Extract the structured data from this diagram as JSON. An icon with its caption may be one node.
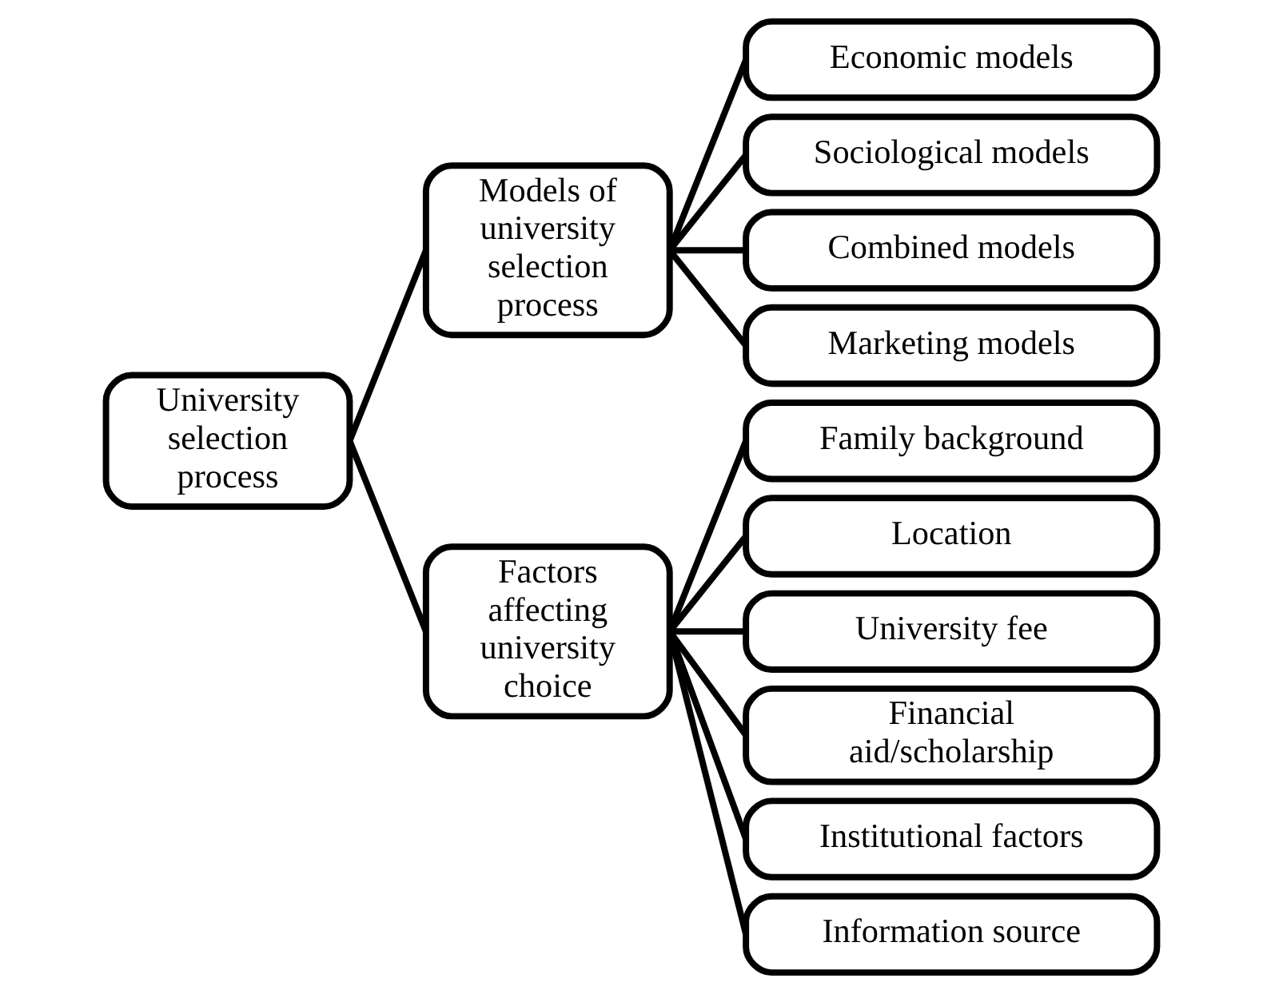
{
  "diagram": {
    "nodes": [
      {
        "text": [
          "University selection process"
        ]
      },
      {
        "text": [
          "Models of university selection process"
        ]
      },
      {
        "text": [
          "Economic models"
        ]
      },
      {
        "text": [
          "Sociological models"
        ]
      },
      {
        "text": [
          "Combined models"
        ]
      },
      {
        "text": [
          "Marketing models"
        ]
      },
      {
        "text": [
          "Factors affecting university choice"
        ]
      },
      {
        "text": [
          "Family background"
        ]
      },
      {
        "text": [
          "Location"
        ]
      },
      {
        "text": [
          "University fee"
        ]
      },
      {
        "text": [
          "Financial aid/scholarship"
        ]
      },
      {
        "text": [
          "Institutional factors"
        ]
      },
      {
        "text": [
          "Information source"
        ]
      }
    ],
    "edges": [
      {
        "from": 0,
        "to": 1,
        "arrow": "none"
      },
      {
        "from": 0,
        "to": 6,
        "arrow": "none"
      },
      {
        "from": 1,
        "to": 2,
        "arrow": "none"
      },
      {
        "from": 1,
        "to": 3,
        "arrow": "none"
      },
      {
        "from": 1,
        "to": 4,
        "arrow": "none"
      },
      {
        "from": 1,
        "to": 5,
        "arrow": "none"
      },
      {
        "from": 6,
        "to": 7,
        "arrow": "none"
      },
      {
        "from": 6,
        "to": 8,
        "arrow": "none"
      },
      {
        "from": 6,
        "to": 9,
        "arrow": "none"
      },
      {
        "from": 6,
        "to": 10,
        "arrow": "none"
      },
      {
        "from": 6,
        "to": 11,
        "arrow": "none"
      },
      {
        "from": 6,
        "to": 12,
        "arrow": "none"
      }
    ]
  }
}
